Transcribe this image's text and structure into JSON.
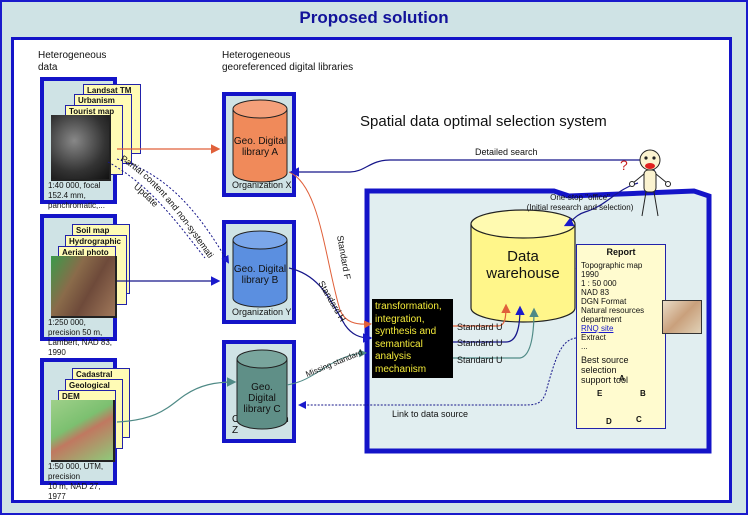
{
  "title": "Proposed solution",
  "headings": {
    "hetero_data": [
      "Heterogeneous",
      "data"
    ],
    "hetero_libs": [
      "Heterogeneous",
      "georeferenced digital libraries"
    ],
    "system": "Spatial data optimal selection system"
  },
  "sources": [
    {
      "sheets": [
        "Landsat TM image",
        "Urbanism plan",
        "Tourist map"
      ],
      "caption": [
        "1:40 000, focal 152.4 mm,",
        "panchromatic,..."
      ]
    },
    {
      "sheets": [
        "Soil map",
        "Hydrographic map",
        "Aerial photo"
      ],
      "caption": [
        "1:250 000, precision 50 m,",
        "Lambert, NAD 83, 1990"
      ]
    },
    {
      "sheets": [
        "Cadastral map",
        "Geological map",
        "DEM"
      ],
      "caption": [
        "1:50 000, UTM, precision",
        "10 m, NAD 27, 1977"
      ]
    }
  ],
  "libraries": [
    {
      "label": [
        "Geo. Digital",
        "library A"
      ],
      "org": "Organization X",
      "color": "#f08a5a"
    },
    {
      "label": [
        "Geo. Digital",
        "library B"
      ],
      "org": "Organization Y",
      "color": "#5b8fe0"
    },
    {
      "label": [
        "Geo. Digital",
        "library C"
      ],
      "org": "Organization Z",
      "color": "#5f8f87"
    }
  ],
  "connectors": {
    "partial_update": "Partial content and non-systematic",
    "update": "Update",
    "standard_f": "Standard F",
    "standard_h": "Standard H",
    "missing_standard": "Missing standard",
    "standard_u": [
      "Standard U",
      "Standard U",
      "Standard U"
    ],
    "detailed_search": "Detailed search",
    "link_to_source": "Link to data source"
  },
  "one_stop": {
    "line1": "One-stop \"office\"",
    "line2": "(Initial research and selection)"
  },
  "question_mark": "?",
  "warehouse": [
    "Data",
    "warehouse"
  ],
  "mechanism": [
    "transformation,",
    "integration,",
    "synthesis and",
    "semantical",
    "analysis",
    "mechanism"
  ],
  "report": {
    "title": "Report",
    "lines": [
      "Topographic map",
      "1990",
      "1 : 50 000",
      "NAD 83",
      "DGN Format",
      "Natural resources",
      "department"
    ],
    "link": "RNQ site",
    "extract": "Extract",
    "ellipsis": "...",
    "tool": [
      "Best source selection",
      "support tool"
    ],
    "radar_axes": [
      "A",
      "B",
      "C",
      "D",
      "E"
    ]
  },
  "colors": {
    "frame": "#1414c8",
    "panel": "#cfe3e5",
    "sheet": "#fffbb5",
    "warehouse": "#fff68a",
    "mechanism_text": "#f5ec3a",
    "arrow_orange": "#e0603a",
    "arrow_navy": "#16168a",
    "arrow_teal": "#4f8a86"
  }
}
